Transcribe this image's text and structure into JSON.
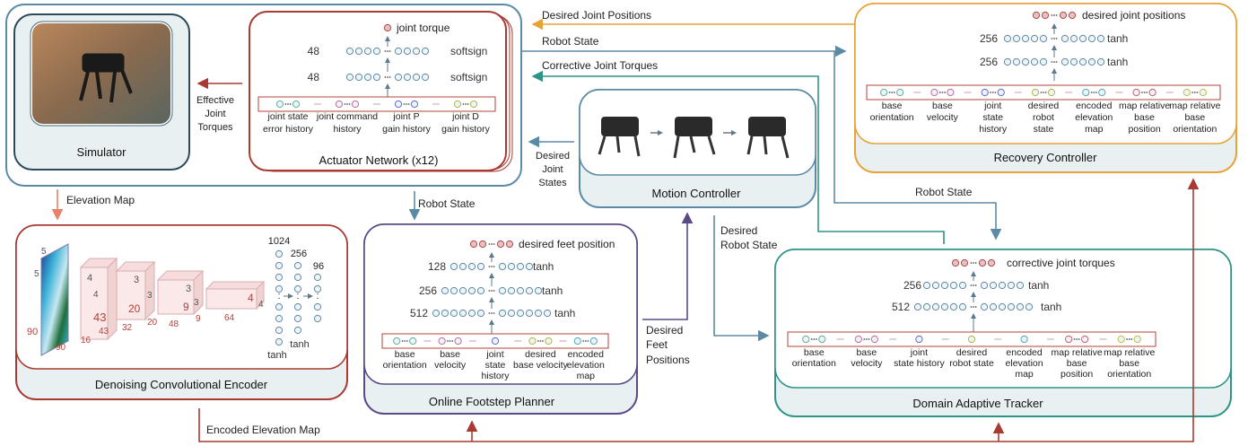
{
  "nodes": {
    "simulator": {
      "title": "Simulator"
    },
    "actuator": {
      "title": "Actuator Network (x12)",
      "output": "joint torque",
      "layers": [
        {
          "size": "48",
          "act": "softsign"
        },
        {
          "size": "48",
          "act": "softsign"
        }
      ],
      "inputs": [
        [
          "joint state",
          "error history"
        ],
        [
          "joint command",
          "history"
        ],
        [
          "joint P",
          "gain history"
        ],
        [
          "joint D",
          "gain history"
        ]
      ]
    },
    "motion": {
      "title": "Motion Controller"
    },
    "recovery": {
      "title": "Recovery Controller",
      "output": "desired joint positions",
      "layers": [
        {
          "size": "256",
          "act": "tanh"
        },
        {
          "size": "256",
          "act": "tanh"
        }
      ],
      "inputs": [
        [
          "base",
          "orientation"
        ],
        [
          "base",
          "velocity"
        ],
        [
          "joint",
          "state",
          "history"
        ],
        [
          "desired",
          "robot",
          "state"
        ],
        [
          "encoded",
          "elevation",
          "map"
        ],
        [
          "map relative",
          "base",
          "position"
        ],
        [
          "map relative",
          "base",
          "orientation"
        ]
      ]
    },
    "encoder": {
      "title": "Denoising Convolutional Encoder",
      "layer_sizes": [
        "1024",
        "256",
        "96"
      ],
      "act": "tanh",
      "act2": "tanh",
      "dims": {
        "input": [
          "5",
          "5",
          "90",
          "90"
        ],
        "conv1": [
          "4",
          "4",
          "43",
          "16",
          "43"
        ],
        "conv2": [
          "3",
          "3",
          "20",
          "32",
          "20"
        ],
        "conv3": [
          "3",
          "3",
          "9",
          "48",
          "9"
        ],
        "conv4": [
          "4",
          "4",
          "64"
        ]
      }
    },
    "footstep": {
      "title": "Online Footstep Planner",
      "output": "desired feet position",
      "layers": [
        {
          "size": "128",
          "act": "tanh"
        },
        {
          "size": "256",
          "act": "tanh"
        },
        {
          "size": "512",
          "act": "tanh"
        }
      ],
      "inputs": [
        [
          "base",
          "orientation"
        ],
        [
          "base",
          "velocity"
        ],
        [
          "joint",
          "state",
          "history"
        ],
        [
          "desired",
          "base velocity"
        ],
        [
          "encoded",
          "elevation",
          "map"
        ]
      ]
    },
    "tracker": {
      "title": "Domain Adaptive Tracker",
      "output": "corrective joint torques",
      "layers": [
        {
          "size": "256",
          "act": "tanh"
        },
        {
          "size": "512",
          "act": "tanh"
        }
      ],
      "inputs": [
        [
          "base",
          "orientation"
        ],
        [
          "base",
          "velocity"
        ],
        [
          "joint",
          "state history"
        ],
        [
          "desired",
          "robot state"
        ],
        [
          "encoded",
          "elevation",
          "map"
        ],
        [
          "map relative",
          "base",
          "position"
        ],
        [
          "map relative",
          "base",
          "orientation"
        ]
      ]
    }
  },
  "edges": {
    "desired_joint_positions": "Desired Joint Positions",
    "robot_state_top": "Robot State",
    "corrective_joint_torques": "Corrective Joint Torques",
    "effective_torques": [
      "Effective",
      "Joint",
      "Torques"
    ],
    "desired_joint_states": [
      "Desired",
      "Joint",
      "States"
    ],
    "elevation_map": "Elevation Map",
    "robot_state_mid": "Robot State",
    "robot_state_right": "Robot State",
    "desired_robot_state": [
      "Desired",
      "Robot State"
    ],
    "desired_feet_positions": [
      "Desired",
      "Feet",
      "Positions"
    ],
    "encoded_elevation_map": "Encoded Elevation Map"
  },
  "colors": {
    "blue": "#5b8aa6",
    "red": "#a83a32",
    "orange": "#e8a23a",
    "teal": "#2e9488",
    "purple": "#5a4a88",
    "node_fill": "#e9f0f2",
    "input_bar": "#b5413a"
  }
}
